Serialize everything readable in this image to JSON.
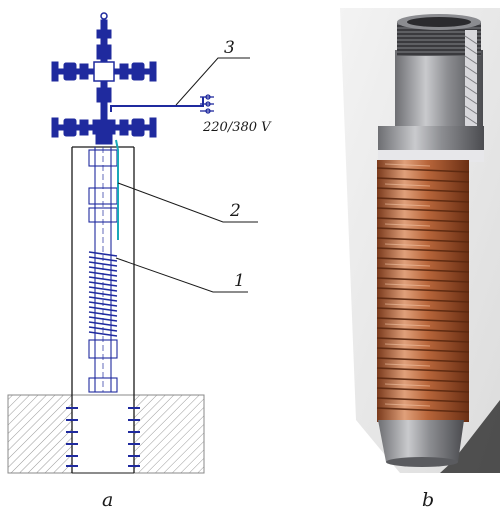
{
  "panels": [
    {
      "caption": "a",
      "callouts": [
        "1",
        "2",
        "3"
      ],
      "voltage_label": "220/380 V",
      "line_color": "#1f2a9e",
      "accent_color": "#1aa8b8"
    },
    {
      "caption": "b",
      "coil_color": "#b8653a",
      "metal_color": "#9a9a9e"
    }
  ]
}
